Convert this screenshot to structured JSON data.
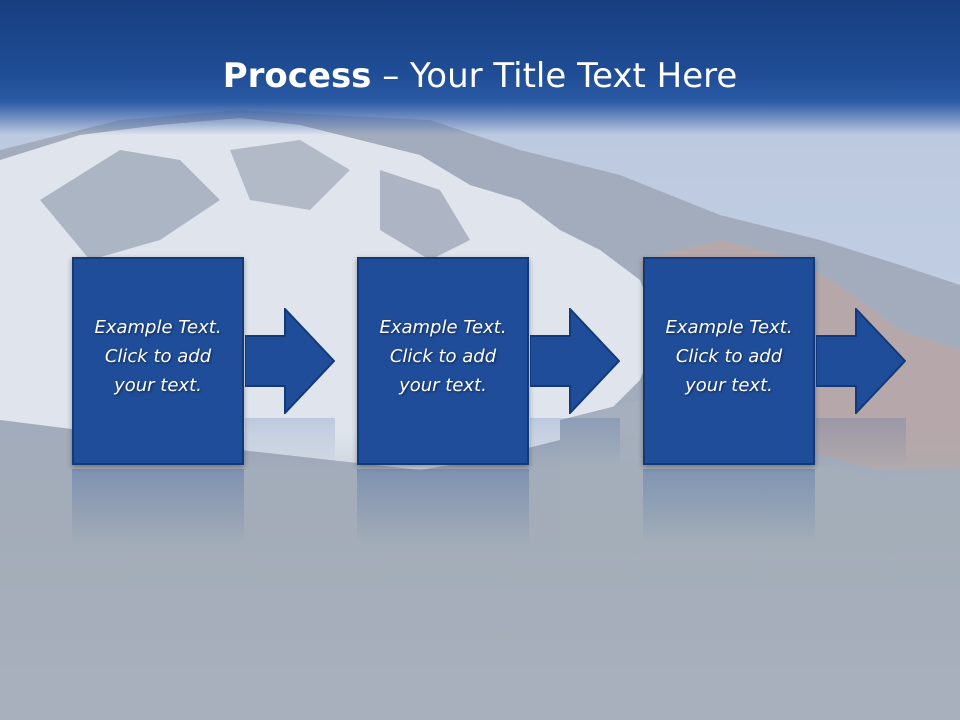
{
  "slide": {
    "title_bold": "Process",
    "title_rest": " – Your Title Text Here"
  },
  "steps": [
    {
      "line1": "Example Text.",
      "line2": "Click  to add",
      "line3": "your text."
    },
    {
      "line1": "Example Text.",
      "line2": "Click  to add",
      "line3": "your text."
    },
    {
      "line1": "Example Text.",
      "line2": "Click  to add",
      "line3": "your text."
    }
  ],
  "colors": {
    "title_band": "#1f4d96",
    "box_fill": "#1f4d99",
    "box_border": "#123a78",
    "text": "#ffffff"
  }
}
